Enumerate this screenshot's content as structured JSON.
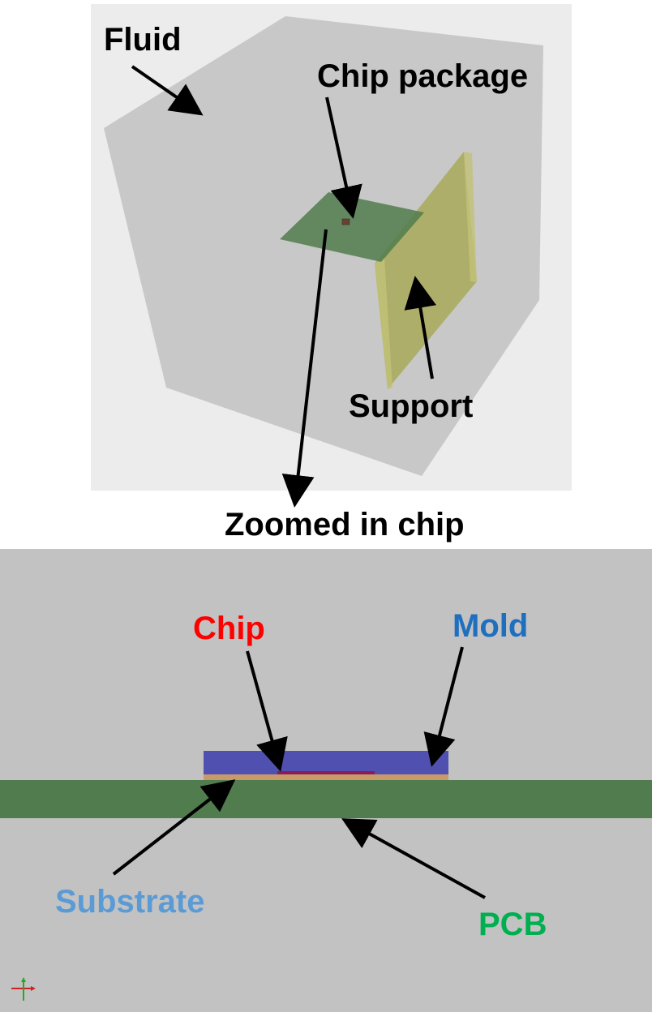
{
  "top_panel": {
    "labels": {
      "fluid": "Fluid",
      "chip_package": "Chip package",
      "support": "Support",
      "zoomed_in_chip": "Zoomed in chip"
    }
  },
  "bottom_panel": {
    "labels": {
      "chip": "Chip",
      "mold": "Mold",
      "substrate": "Substrate",
      "pcb": "PCB"
    },
    "label_colors": {
      "chip": "#ff0000",
      "mold": "#1f6fbf",
      "substrate": "#5b9bd5",
      "pcb": "#00b050"
    }
  },
  "colors": {
    "fluid_box": "#c8c8c8",
    "background_top": "#ececec",
    "background_bottom": "#c2c2c2",
    "pcb_plate": "#517d4e",
    "support_plate": "#a6a64c",
    "mold": "#5050b0",
    "substrate": "#c89a6a",
    "chip": "#8a1a5a"
  }
}
